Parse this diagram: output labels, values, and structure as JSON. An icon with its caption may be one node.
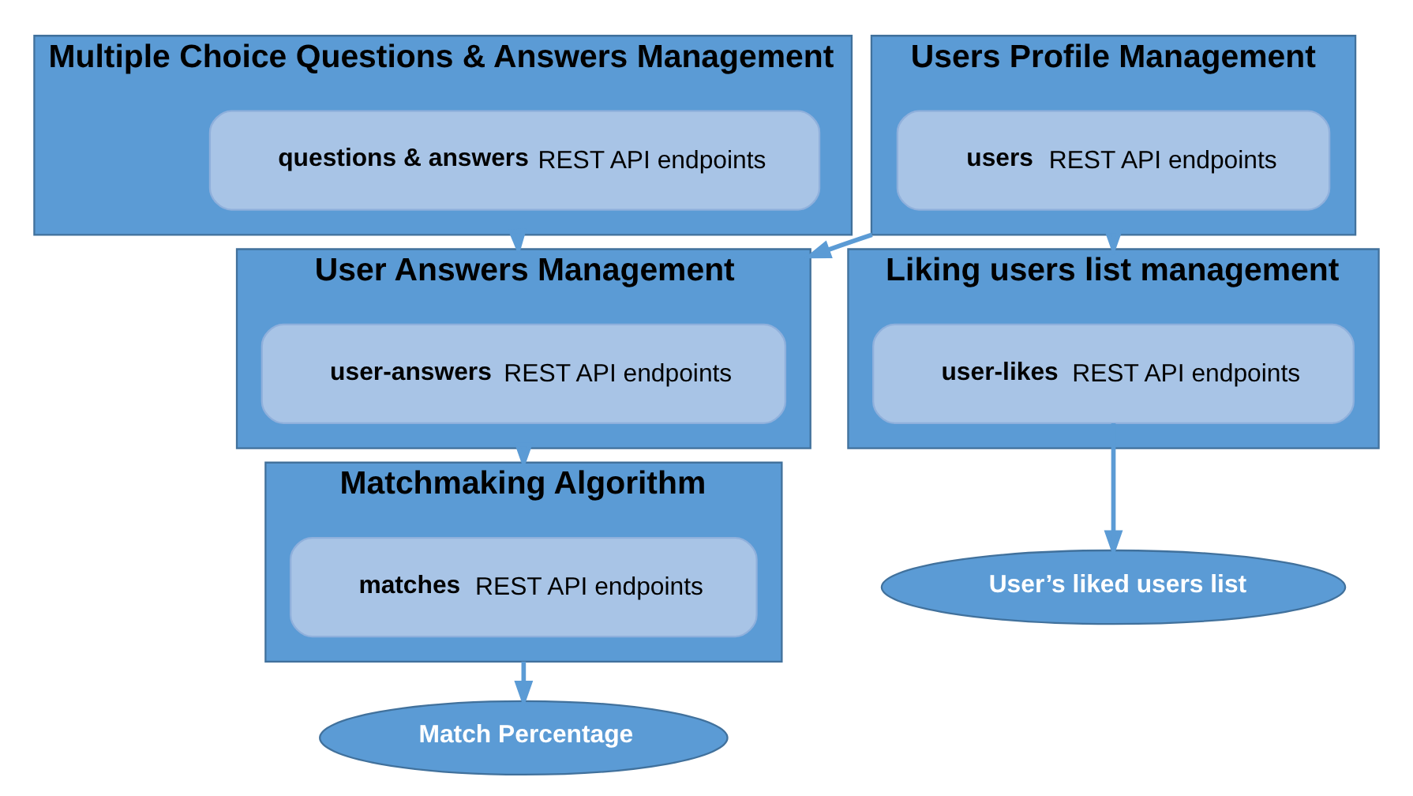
{
  "diagram": {
    "nodes": [
      {
        "text": [
          "Multiple Choice Questions & Answers Management"
        ]
      },
      {
        "text": [
          "**questions & answers** REST API endpoints"
        ],
        "in": 0
      },
      {
        "text": [
          "Users Profile Management"
        ]
      },
      {
        "text": [
          "**users** REST API endpoints"
        ],
        "in": 2
      },
      {
        "text": [
          "User Answers Management"
        ]
      },
      {
        "text": [
          "**user-answers** REST API endpoints"
        ],
        "in": 4
      },
      {
        "text": [
          "Liking users list management"
        ]
      },
      {
        "text": [
          "**user-likes** REST API endpoints"
        ],
        "in": 6
      },
      {
        "text": [
          "Matchmaking Algorithm"
        ]
      },
      {
        "text": [
          "**matches** REST API endpoints"
        ],
        "in": 8
      },
      {
        "text": [
          "User’s liked users list"
        ]
      },
      {
        "text": [
          "Match Percentage"
        ]
      }
    ],
    "edges": [
      {
        "from": 0,
        "to": 4,
        "arrow": "to"
      },
      {
        "from": 2,
        "to": 4,
        "arrow": "to"
      },
      {
        "from": 2,
        "to": 6,
        "arrow": "to"
      },
      {
        "from": 4,
        "to": 8,
        "arrow": "to"
      },
      {
        "from": 7,
        "to": 10,
        "arrow": "to"
      },
      {
        "from": 8,
        "to": 11,
        "arrow": "to"
      }
    ]
  }
}
